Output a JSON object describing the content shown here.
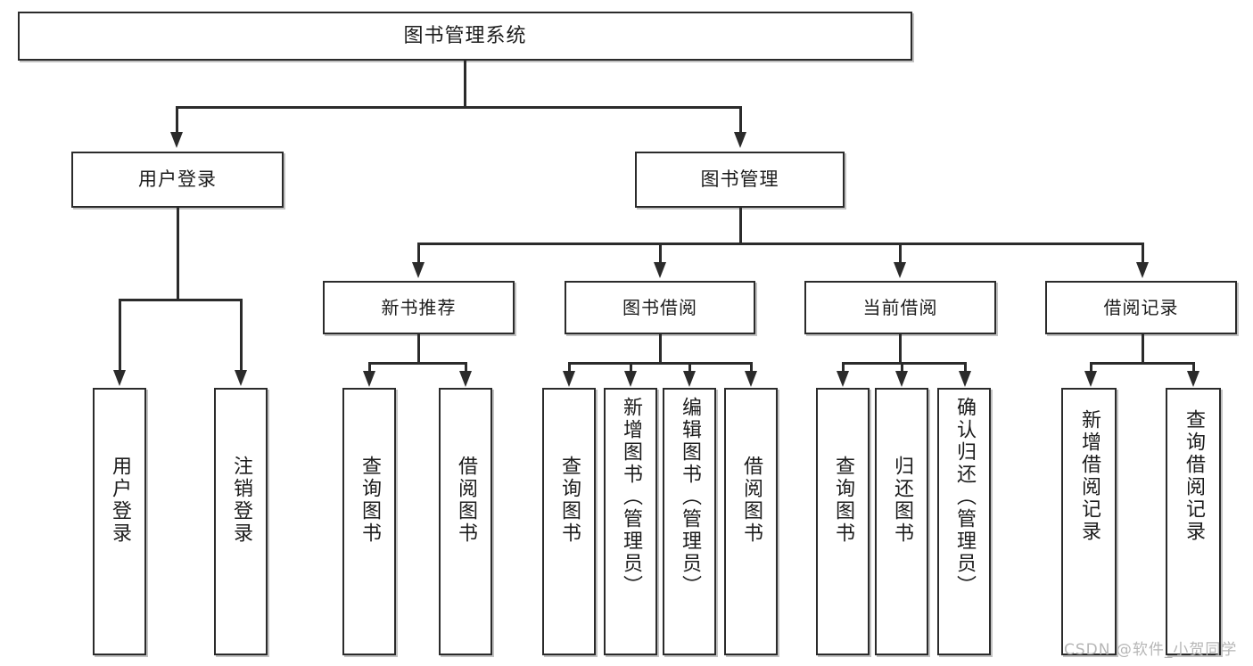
{
  "diagram": {
    "type": "tree-hierarchy",
    "title": "图书管理系统",
    "root": {
      "label": "图书管理系统"
    },
    "level1": [
      {
        "id": "user-login",
        "label": "用户登录"
      },
      {
        "id": "book-management",
        "label": "图书管理"
      }
    ],
    "level2": [
      {
        "id": "new-book-recommend",
        "label": "新书推荐",
        "parent": "book-management"
      },
      {
        "id": "book-borrow",
        "label": "图书借阅",
        "parent": "book-management"
      },
      {
        "id": "current-borrow",
        "label": "当前借阅",
        "parent": "book-management"
      },
      {
        "id": "borrow-record",
        "label": "借阅记录",
        "parent": "book-management"
      }
    ],
    "leaves": {
      "user-login": [
        {
          "id": "leaf-user-login",
          "label": "用户登录"
        },
        {
          "id": "leaf-user-logout",
          "label": "注销登录"
        }
      ],
      "new-book-recommend": [
        {
          "id": "leaf-query-book-1",
          "label": "查询图书"
        },
        {
          "id": "leaf-borrow-book-1",
          "label": "借阅图书"
        }
      ],
      "book-borrow": [
        {
          "id": "leaf-query-book-2",
          "label": "查询图书"
        },
        {
          "id": "leaf-add-book",
          "label": "新增图书（管理员）"
        },
        {
          "id": "leaf-edit-book",
          "label": "编辑图书（管理员）"
        },
        {
          "id": "leaf-borrow-book-2",
          "label": "借阅图书"
        }
      ],
      "current-borrow": [
        {
          "id": "leaf-query-book-3",
          "label": "查询图书"
        },
        {
          "id": "leaf-return-book",
          "label": "归还图书"
        },
        {
          "id": "leaf-confirm-return",
          "label": "确认归还（管理员）"
        }
      ],
      "borrow-record": [
        {
          "id": "leaf-add-record",
          "label": "新增借阅记录"
        },
        {
          "id": "leaf-query-record",
          "label": "查询借阅记录"
        }
      ]
    }
  },
  "watermark": {
    "text": "CSDN @软件_小贺同学"
  },
  "colors": {
    "stroke": "#2b2b2b",
    "fill": "#ffffff",
    "text": "#1c1c1c",
    "watermark": "#b6b6b6",
    "background": "#ffffff"
  }
}
